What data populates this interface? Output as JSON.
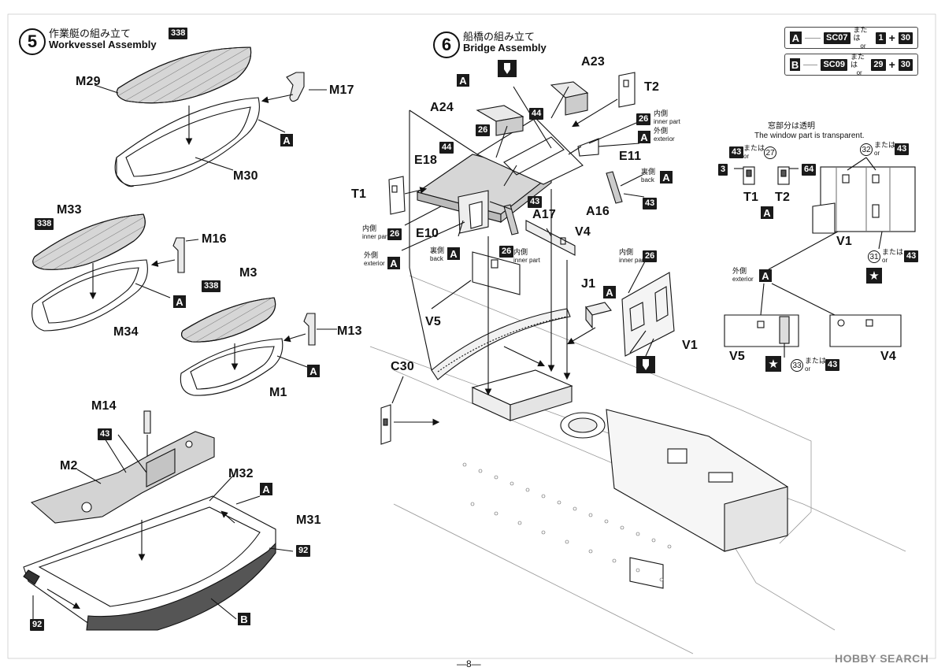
{
  "step5": {
    "number": "5",
    "title_jp": "作業艇の組み立て",
    "title_en": "Workvessel Assembly"
  },
  "step6": {
    "number": "6",
    "title_jp": "船橋の組み立て",
    "title_en": "Bridge Assembly"
  },
  "legend": {
    "row1": {
      "key": "A",
      "code": "SC07",
      "or_jp": "または",
      "or_en": "or",
      "p1": "1",
      "plus": "+",
      "p2": "30"
    },
    "row2": {
      "key": "B",
      "code": "SC09",
      "or_jp": "または",
      "or_en": "or",
      "p1": "29",
      "plus": "+",
      "p2": "30"
    }
  },
  "window_note": {
    "jp": "窓部分は透明",
    "en": "The window part is transparent."
  },
  "parts": {
    "M29": "M29",
    "M30": "M30",
    "M17": "M17",
    "M33": "M33",
    "M34": "M34",
    "M16": "M16",
    "M3": "M3",
    "M13": "M13",
    "M1": "M1",
    "M14": "M14",
    "M2": "M2",
    "M32": "M32",
    "M31": "M31",
    "A23": "A23",
    "T2": "T2",
    "A24": "A24",
    "E18": "E18",
    "E11": "E11",
    "T1": "T1",
    "E10": "E10",
    "A17": "A17",
    "A16": "A16",
    "V4": "V4",
    "J1": "J1",
    "V5": "V5",
    "V1": "V1",
    "C30": "C30"
  },
  "badges": {
    "b338": "338",
    "b43": "43",
    "b92": "92",
    "b44": "44",
    "b26": "26",
    "b3": "3",
    "b64": "64"
  },
  "keys": {
    "A": "A",
    "B": "B"
  },
  "circles": {
    "c27": "27",
    "c32": "32",
    "c31": "31",
    "c33": "33"
  },
  "words": {
    "inner_jp": "内側",
    "inner_en": "inner part",
    "outer_jp": "外側",
    "outer_en": "exterior",
    "back_jp": "裏側",
    "back_en": "back",
    "or_jp": "または",
    "or_en": "or"
  },
  "star": "★",
  "page_number": "—8—",
  "watermark": "HOBBY SEARCH",
  "colors": {
    "ink": "#111111",
    "badge": "#1a1a1a",
    "tint": "#cfcfcf",
    "watermark": "#8a8a8a"
  }
}
